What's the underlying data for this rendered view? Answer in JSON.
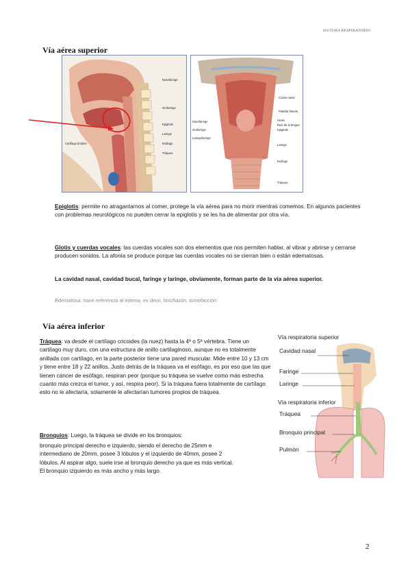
{
  "header": {
    "running_title": "SISTEMA RESPIRATORIO"
  },
  "upper": {
    "title": "Vía aérea superior",
    "figure_left_labels": [
      "Nasofaringe",
      "Orofaringe",
      "Epiglotis",
      "Laringe",
      "Esófago",
      "Tráquea",
      "Cartílago tiroides"
    ],
    "figure_right_labels": [
      "Coana nasal",
      "Paladar blando",
      "Úvula",
      "Raíz de la lengua",
      "Epiglotis",
      "Laringe",
      "Esófago",
      "Tráquea",
      "Nasofaringe",
      "Orofaringe",
      "Laringofaringe"
    ],
    "p1_term": "Epiglotis",
    "p1_text": ": permite no atragantarnos al comer, protege la vía aérea para no morir mientras comemos. En algunos pacientes con problemas neurológicos no pueden cerrar la epiglotis y se les ha de alimentar por otra vía.",
    "p2_term": "Glotis y cuerdas vocales",
    "p2_text": ": las cuerdas vocales son dos elementos que nos permiten hablar, al vibrar y abrirse y cerrarse producen sonidos. La afonía se produce porque las cuerdas vocales no se cierran bien o están edematosas.",
    "p3": "La cavidad nasal, cavidad bucal, faringe y laringe, obviamente, forman parte de la vía aérea superior.",
    "note": "Edematosa: hace referencia al edema, es decir, hinchazón, tumefacción"
  },
  "lower": {
    "title": "Vía aérea inferior",
    "p1_term": "Tráquea",
    "p1_text": ": va desde el cartílago cricoides (la nuez) hasta la 4ª o 5ª vértebra. Tiene un cartílago muy duro, con una estructura de anillo cartilaginoso, aunque no es totalmente anillada con cartílago, en la parte posterior tiene una pared muscular. Mide entre 10 y 13 cm y tiene entre 18 y 22 anillos. Justo detrás de la tráquea va el esófago, es por eso que las que tienen cáncer de esófago, respiran peor (porque su tráquea se vuelve como más estrecha cuanto más crezca el tumor, y así, respira peor). Si la tráquea fuera totalmente de cartílago esto no le afectaría, solamente le afectarían tumores propios de tráquea.",
    "p2_term": "Bronquios",
    "p2_text": ": Luego, la tráquea se divide en los bronquios:",
    "p3": "bronquio principal derecho e izquierdo, siendo el derecho de 25mm e intermediano de 20mm, posee 3 lóbulos y el izquierdo de 40mm, posee 2 lóbulos. Al aspirar algo, suele irse al bronquio derecho ya que es más vertical. El bronquio izquierdo es más ancho y más largo.",
    "figure": {
      "heading_upper": "Vía respiratoria superior",
      "labels_upper": [
        "Cavidad nasal",
        "Faringe",
        "Laringe"
      ],
      "heading_lower": "Vía respiratoria inferior",
      "labels_lower": [
        "Tráquea",
        "Bronquio principal",
        "Pulmón"
      ]
    }
  },
  "page_number": "2",
  "colors": {
    "annotation_red": "#e02020",
    "tissue_pink": "#d9806f",
    "lung_pink": "#f3c3c0",
    "box_border": "#7a8aa8"
  }
}
